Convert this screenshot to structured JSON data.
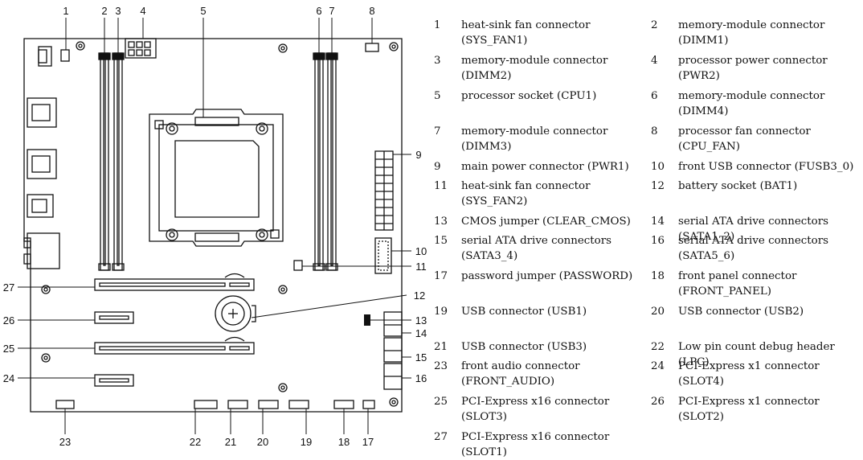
{
  "callouts": [
    "1",
    "2",
    "3",
    "4",
    "5",
    "6",
    "7",
    "8",
    "9",
    "10",
    "11",
    "12",
    "13",
    "14",
    "15",
    "16",
    "17",
    "18",
    "19",
    "20",
    "21",
    "22",
    "23",
    "24",
    "25",
    "26",
    "27"
  ],
  "legend": [
    {
      "num": "1",
      "line1": "heat-sink fan connector",
      "line2": "(SYS_FAN1)"
    },
    {
      "num": "2",
      "line1": "memory-module connector",
      "line2": "(DIMM1)"
    },
    {
      "num": "3",
      "line1": "memory-module connector",
      "line2": "(DIMM2)"
    },
    {
      "num": "4",
      "line1": "processor power connector (PWR2)",
      "line2": ""
    },
    {
      "num": "5",
      "line1": "processor socket (CPU1)",
      "line2": ""
    },
    {
      "num": "6",
      "line1": "memory-module connector",
      "line2": "(DIMM4)"
    },
    {
      "num": "7",
      "line1": "memory-module connector",
      "line2": "(DIMM3)"
    },
    {
      "num": "8",
      "line1": "processor fan connector",
      "line2": "(CPU_FAN)"
    },
    {
      "num": "9",
      "line1": "main power connector (PWR1)",
      "line2": ""
    },
    {
      "num": "10",
      "line1": "front USB connector (FUSB3_0)",
      "line2": ""
    },
    {
      "num": "11",
      "line1": "heat-sink fan connector",
      "line2": "(SYS_FAN2)"
    },
    {
      "num": "12",
      "line1": "battery socket (BAT1)",
      "line2": ""
    },
    {
      "num": "13",
      "line1": "CMOS jumper (CLEAR_CMOS)",
      "line2": ""
    },
    {
      "num": "14",
      "line1": "serial ATA drive connectors",
      "line2": "(SATA1_2)"
    },
    {
      "num": "15",
      "line1": "serial ATA drive connectors",
      "line2": "(SATA3_4)"
    },
    {
      "num": "16",
      "line1": "serial ATA drive connectors",
      "line2": "(SATA5_6)"
    },
    {
      "num": "17",
      "line1": "password jumper (PASSWORD)",
      "line2": ""
    },
    {
      "num": "18",
      "line1": "front panel connector",
      "line2": "(FRONT_PANEL)"
    },
    {
      "num": "19",
      "line1": "USB connector (USB1)",
      "line2": ""
    },
    {
      "num": "20",
      "line1": "USB connector (USB2)",
      "line2": ""
    },
    {
      "num": "21",
      "line1": "USB connector (USB3)",
      "line2": ""
    },
    {
      "num": "22",
      "line1": "Low pin count debug header (LPC)",
      "line2": ""
    },
    {
      "num": "23",
      "line1": "front audio connector",
      "line2": "(FRONT_AUDIO)"
    },
    {
      "num": "24",
      "line1": "PCI-Express x1 connector (SLOT4)",
      "line2": ""
    },
    {
      "num": "25",
      "line1": "PCI-Express x16 connector",
      "line2": "(SLOT3)"
    },
    {
      "num": "26",
      "line1": "PCI-Express x1 connector (SLOT2)",
      "line2": ""
    },
    {
      "num": "27",
      "line1": "PCI-Express x16 connector (SLOT1)",
      "line2": ""
    }
  ],
  "colors": {
    "ink": "#111111",
    "board": "#ffffff"
  }
}
